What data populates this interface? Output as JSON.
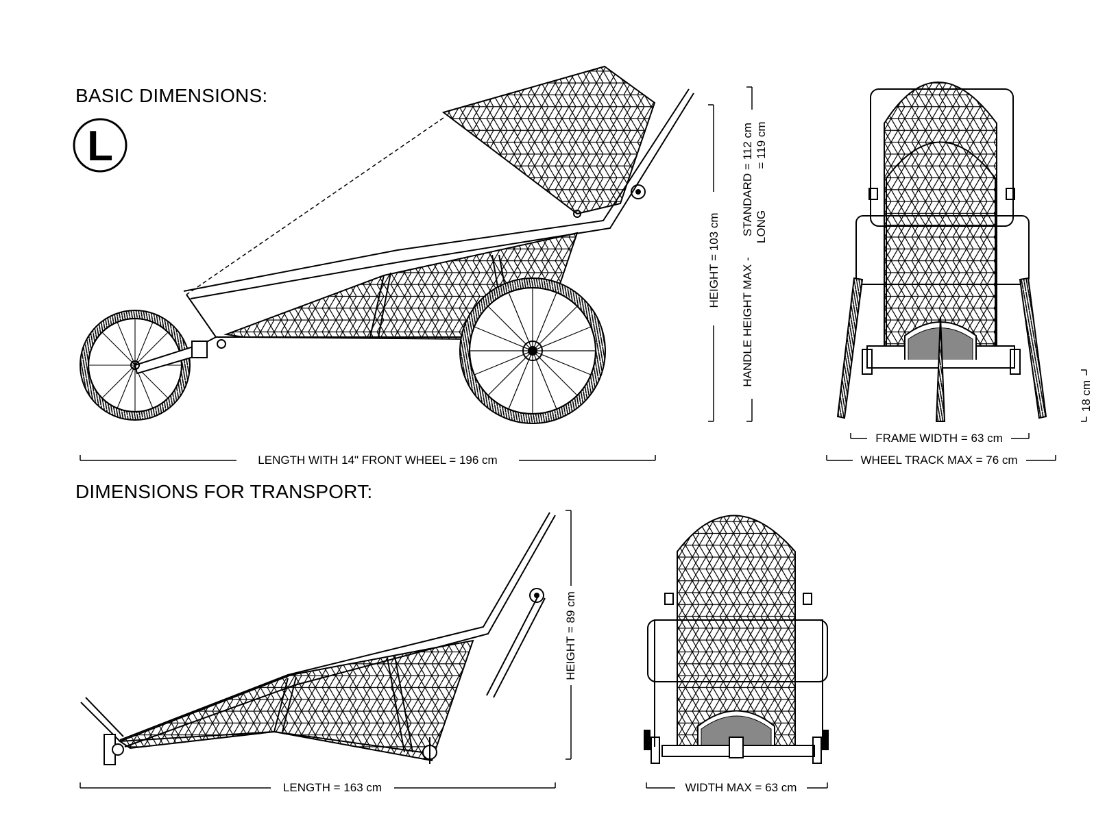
{
  "headings": {
    "basic": "BASIC DIMENSIONS:",
    "transport": "DIMENSIONS FOR TRANSPORT:"
  },
  "size_badge": "L",
  "dimensions": {
    "length_front_wheel": "LENGTH WITH  14\" FRONT WHEEL = 196 cm",
    "height": "HEIGHT = 103 cm",
    "handle_label": "HANDLE HEIGHT MAX -",
    "handle_standard": "STANDARD = 112 cm",
    "handle_long": "LONG",
    "handle_long_value": "= 119 cm",
    "frame_width": "FRAME WIDTH = 63 cm",
    "wheel_track": "WHEEL TRACK MAX = 76 cm",
    "ground_clearance": "18 cm",
    "transport_height": "HEIGHT = 89 cm",
    "transport_length": "LENGTH = 163 cm",
    "transport_width": "WIDTH MAX = 63 cm"
  },
  "colors": {
    "line": "#000000",
    "mesh": "#000000",
    "background": "#ffffff"
  }
}
